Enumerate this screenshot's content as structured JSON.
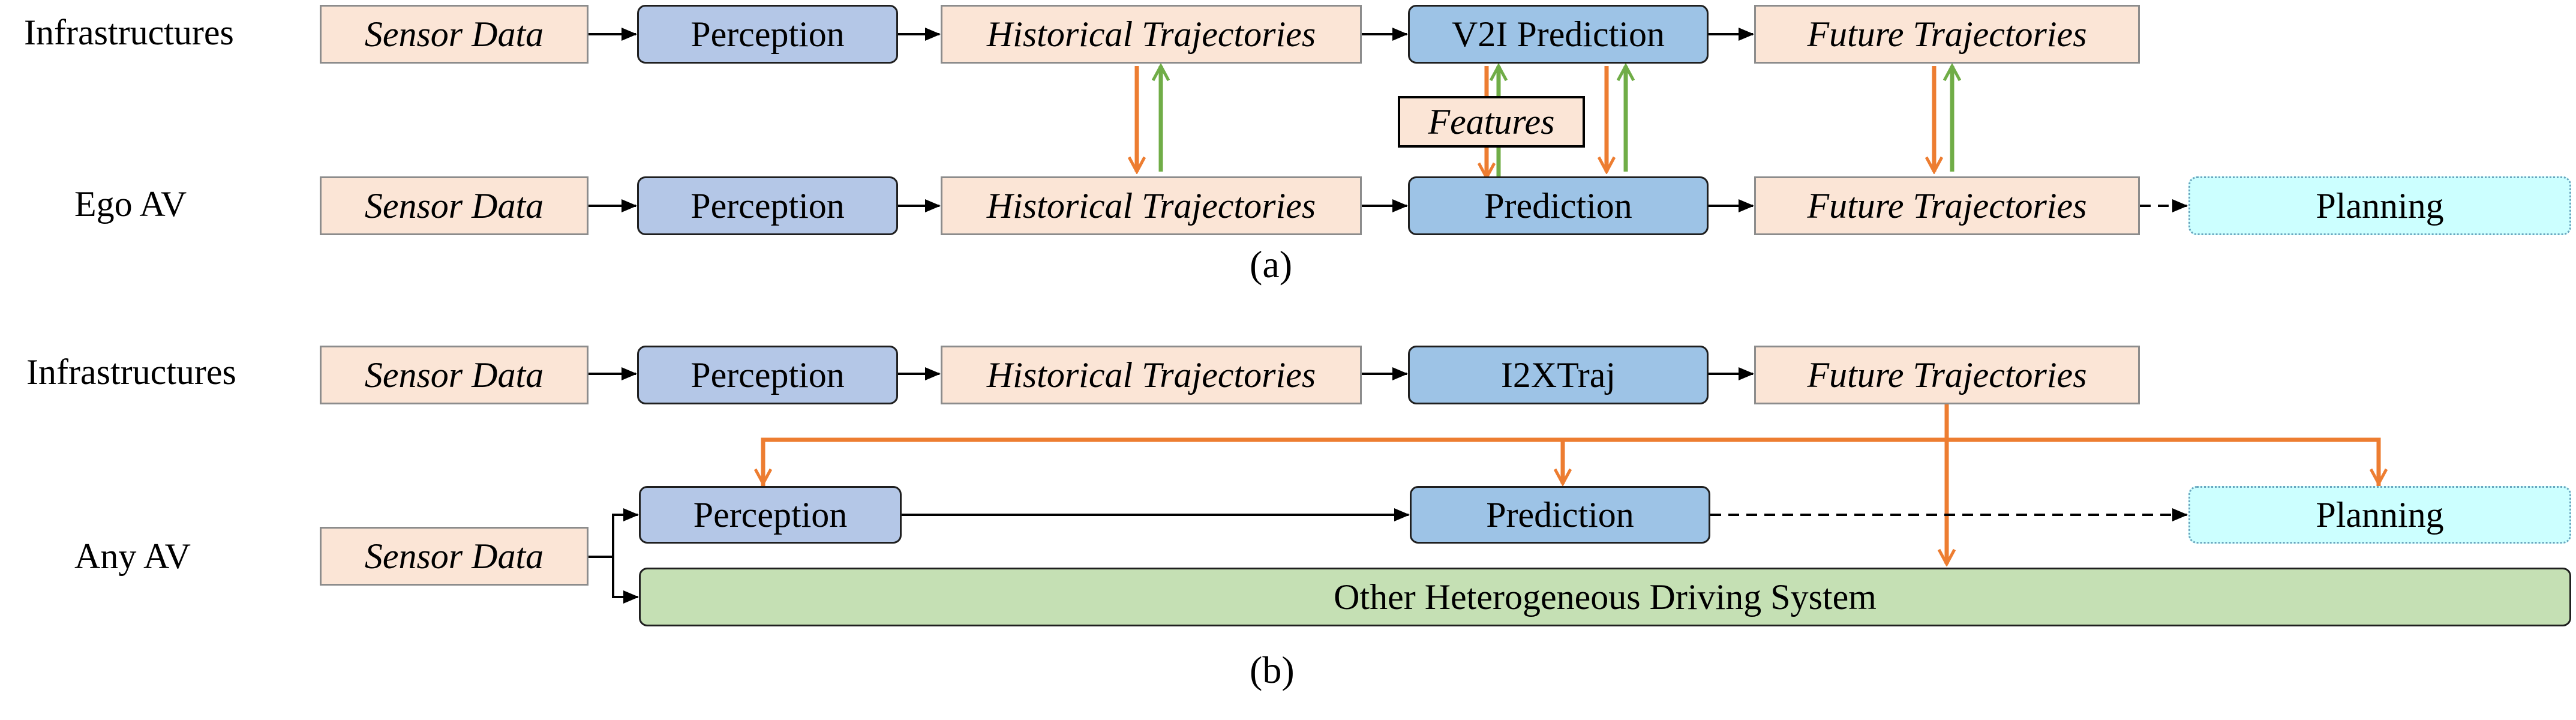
{
  "part_a": {
    "infra_label": "Infrastructures",
    "ego_label": "Ego AV",
    "infra_sensor": "Sensor Data",
    "infra_perception": "Perception",
    "infra_hist": "Historical Trajectories",
    "infra_pred": "V2I Prediction",
    "infra_future": "Future Trajectories",
    "features": "Features",
    "ego_sensor": "Sensor Data",
    "ego_perception": "Perception",
    "ego_hist": "Historical Trajectories",
    "ego_pred": "Prediction",
    "ego_future": "Future Trajectories",
    "planning": "Planning",
    "caption": "(a)"
  },
  "part_b": {
    "infra_label": "Infrastructures",
    "av_label": "Any AV",
    "infra_sensor": "Sensor Data",
    "infra_perception": "Perception",
    "infra_hist": "Historical Trajectories",
    "infra_model": "I2XTraj",
    "infra_future": "Future Trajectories",
    "av_sensor": "Sensor Data",
    "av_perception": "Perception",
    "av_pred": "Prediction",
    "planning": "Planning",
    "other": "Other Heterogeneous Driving System",
    "caption": "(b)"
  },
  "colors": {
    "data_fill": "#fbe5d6",
    "module_fill": "#b4c7e7",
    "prediction_fill": "#9dc3e6",
    "planning_fill": "#ccffff",
    "other_fill": "#c5e0b4",
    "orange_arrow": "#ed7d31",
    "green_arrow": "#70ad47"
  }
}
